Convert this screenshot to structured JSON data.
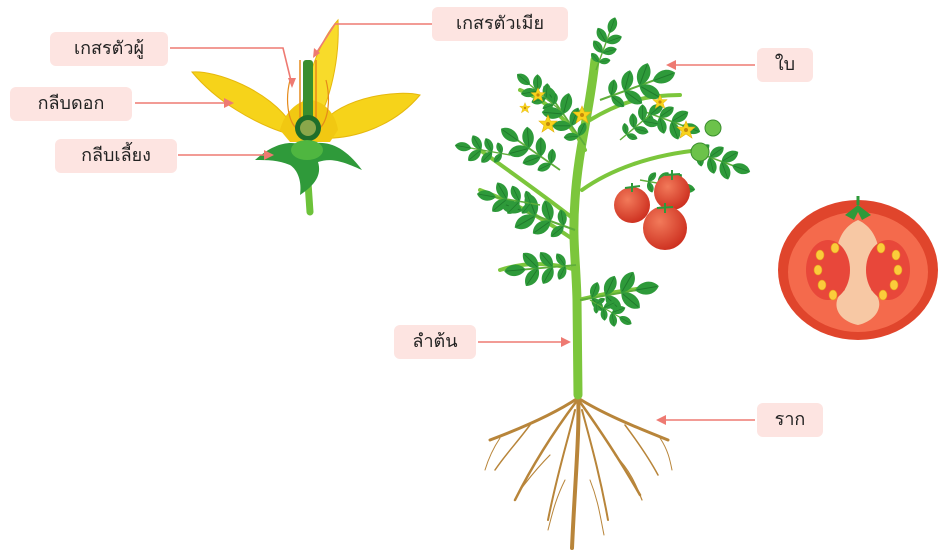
{
  "labels": {
    "stamen": "เกสรตัวผู้",
    "pistil": "เกสรตัวเมีย",
    "petal": "กลีบดอก",
    "sepal": "กลีบเลี้ยง",
    "leaf": "ใบ",
    "stem": "ลำต้น",
    "root": "ราก"
  },
  "colors": {
    "label_bg": "#fde4e1",
    "arrow": "#ee7a72",
    "petal": "#f5d515",
    "leaf": "#2e9a3a",
    "stem": "#7cc63c",
    "tomato": "#dd3a26",
    "root": "#b8853a"
  }
}
